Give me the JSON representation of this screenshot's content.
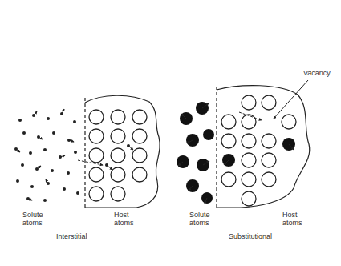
{
  "diagram": {
    "labels": [
      "Solute atoms",
      "Host atoms",
      "Interstitial",
      "Solute atoms",
      "Host atoms",
      "Substitutional",
      "Vacancy"
    ]
  }
}
